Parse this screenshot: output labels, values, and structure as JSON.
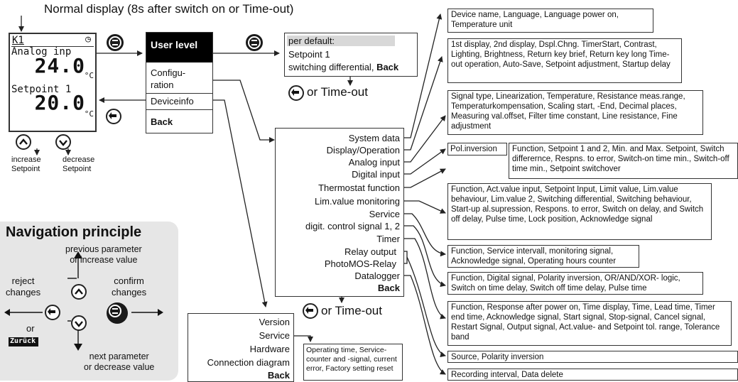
{
  "header": {
    "title": "Normal display (8s after switch on or Time-out)"
  },
  "display": {
    "line1": "K1",
    "clock_icon": "◷",
    "line2": "Analog inp",
    "value1": "24.0",
    "unit1": "°C",
    "line3": "Setpoint 1",
    "value2": "20.0",
    "unit2": "°C"
  },
  "display_buttons": {
    "increase": "increase\nSetpoint",
    "decrease": "decrease\nSetpoint"
  },
  "user_menu": {
    "title": "User level",
    "config": "Configu-\nration",
    "deviceinfo": "Deviceinfo",
    "back": "Back"
  },
  "default_box": {
    "line1": "per default:",
    "line2": "Setpoint 1",
    "line3": "switching differential,",
    "back": "Back"
  },
  "or_timeout": "or Time-out",
  "config_menu": {
    "items": [
      "System data",
      "Display/Operation",
      "Analog input",
      "Digital input",
      "Thermostat function",
      "Lim.value monitoring",
      "Service",
      "digit. control signal 1, 2",
      "Timer",
      "Relay output",
      "PhotoMOS-Relay",
      "Datalogger"
    ],
    "back": "Back"
  },
  "device_menu": {
    "items": [
      "Version",
      "Service",
      "Hardware",
      "Connection  diagram"
    ],
    "back": "Back"
  },
  "service_box": "Operating time, Service-counter and -signal, current error, Factory setting reset",
  "details": {
    "system": "Device name, Language, Language power on, Temperature unit",
    "display": "1st display, 2nd display, Dspl.Chng. TimerStart, Contrast, Lighting, Brightness, Return key brief, Return key long Time-out operation, Auto-Save, Setpoint adjustment, Startup delay",
    "analog": "Signal type, Linearization, Temperature, Resistance meas.range, Temperaturkompensation, Scaling start, -End, Decimal places, Measuring val.offset, Filter time constant, Line resistance, Fine adjustment",
    "pol": "Pol.inversion",
    "thermostat": "Function, Setpoint 1 and 2, Min. and Max. Setpoint, Switch differernce, Respns. to error, Switch-on time min., Switch-off time min., Setpoint switchover",
    "limit": "Function,  Act.value input, Setpoint Input, Limit value, Lim.value behaviour, Lim.value 2, Switching differential, Switching behaviour, Start-up al.supression, Respons. to error, Switch on delay, and Switch off delay, Pulse time, Lock position, Acknowledge signal",
    "service": "Function, Service intervall, monitoring signal, Acknowledge signal, Operating hours counter",
    "digital": "Function, Digital signal, Polarity inversion, OR/AND/XOR- logic, Switch on time delay, Switch off time delay, Pulse time",
    "timer": "Function, Response after power on, Time display, Time, Lead time, Timer end time, Acknowledge signal, Start signal, Stop-signal, Cancel signal, Restart Signal, Output signal, Act.value- and Setpoint tol. range, Tolerance band",
    "relay": "Source, Polarity inversion",
    "logger": "Recording interval, Data delete"
  },
  "nav": {
    "title": "Navigation principle",
    "prev": "previous parameter\nor increase value",
    "reject": "reject\nchanges",
    "confirm": "confirm\nchanges",
    "or": "or",
    "zuruck": "Zurück",
    "next": "next parameter\nor decrease value"
  }
}
